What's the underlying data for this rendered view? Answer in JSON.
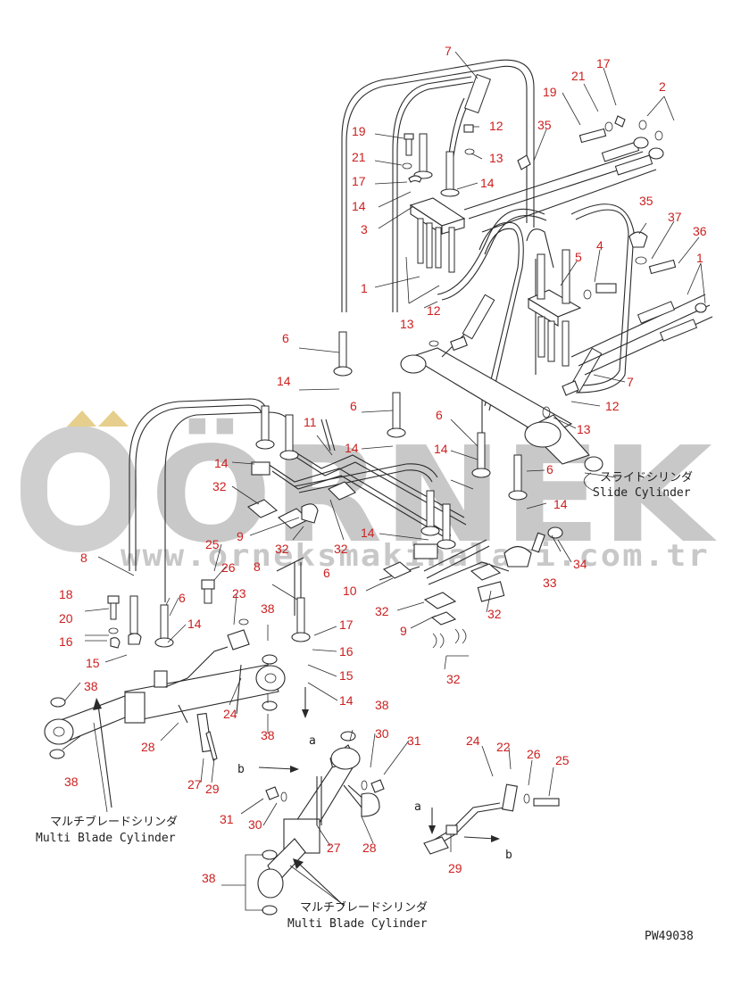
{
  "watermark": {
    "brand": "ÖRNEK",
    "url": "www.orneksmakinalari.com.tr"
  },
  "drawing_id": "PW49038",
  "labels": {
    "slide_jp": "スライドシリンダ",
    "slide_en": "Slide Cylinder",
    "multi_left_jp": "マルチブレードシリンダ",
    "multi_left_en": "Multi Blade Cylinder",
    "multi_bottom_jp": "マルチブレードシリンダ",
    "multi_bottom_en": "Multi Blade Cylinder",
    "view_a_top": "a",
    "view_b_left": "b",
    "view_a_right": "a",
    "view_b_right": "b"
  },
  "callouts": [
    {
      "id": "c7-top",
      "text": "7"
    },
    {
      "id": "c17-top",
      "text": "17"
    },
    {
      "id": "c21-top",
      "text": "21"
    },
    {
      "id": "c2",
      "text": "2"
    },
    {
      "id": "c19-tr",
      "text": "19"
    },
    {
      "id": "c12-t",
      "text": "12"
    },
    {
      "id": "c35-t",
      "text": "35"
    },
    {
      "id": "c19-l",
      "text": "19"
    },
    {
      "id": "c13-t",
      "text": "13"
    },
    {
      "id": "c21-l",
      "text": "21"
    },
    {
      "id": "c14-t",
      "text": "14"
    },
    {
      "id": "c17-l",
      "text": "17"
    },
    {
      "id": "c14-l",
      "text": "14"
    },
    {
      "id": "c35-r",
      "text": "35"
    },
    {
      "id": "c37",
      "text": "37"
    },
    {
      "id": "c3",
      "text": "3"
    },
    {
      "id": "c36",
      "text": "36"
    },
    {
      "id": "c4",
      "text": "4"
    },
    {
      "id": "c5",
      "text": "5"
    },
    {
      "id": "c1-r",
      "text": "1"
    },
    {
      "id": "c1-l",
      "text": "1"
    },
    {
      "id": "c13-m",
      "text": "13"
    },
    {
      "id": "c12-m",
      "text": "12"
    },
    {
      "id": "c6-a",
      "text": "6"
    },
    {
      "id": "c7-r",
      "text": "7"
    },
    {
      "id": "c14-a",
      "text": "14"
    },
    {
      "id": "c12-r",
      "text": "12"
    },
    {
      "id": "c6-b",
      "text": "6"
    },
    {
      "id": "c6-c",
      "text": "6"
    },
    {
      "id": "c13-r",
      "text": "13"
    },
    {
      "id": "c11",
      "text": "11"
    },
    {
      "id": "c14-b",
      "text": "14"
    },
    {
      "id": "c14-c",
      "text": "14"
    },
    {
      "id": "c14-d",
      "text": "14"
    },
    {
      "id": "c6-d",
      "text": "6"
    },
    {
      "id": "c32-a",
      "text": "32"
    },
    {
      "id": "c14-e",
      "text": "14"
    },
    {
      "id": "c9-a",
      "text": "9"
    },
    {
      "id": "c32-b",
      "text": "32"
    },
    {
      "id": "c32-c",
      "text": "32"
    },
    {
      "id": "c14-f",
      "text": "14"
    },
    {
      "id": "c25-l",
      "text": "25"
    },
    {
      "id": "c8-a",
      "text": "8"
    },
    {
      "id": "c26-l",
      "text": "26"
    },
    {
      "id": "c6-e",
      "text": "6"
    },
    {
      "id": "c33",
      "text": "33"
    },
    {
      "id": "c34",
      "text": "34"
    },
    {
      "id": "c8-b",
      "text": "8"
    },
    {
      "id": "c23",
      "text": "23"
    },
    {
      "id": "c10",
      "text": "10"
    },
    {
      "id": "c18",
      "text": "18"
    },
    {
      "id": "c6-f",
      "text": "6"
    },
    {
      "id": "c38-a",
      "text": "38"
    },
    {
      "id": "c32-d",
      "text": "32"
    },
    {
      "id": "c32-e",
      "text": "32"
    },
    {
      "id": "c20",
      "text": "20"
    },
    {
      "id": "c14-g",
      "text": "14"
    },
    {
      "id": "c17-m",
      "text": "17"
    },
    {
      "id": "c16-l",
      "text": "16"
    },
    {
      "id": "c9-b",
      "text": "9"
    },
    {
      "id": "c16-m",
      "text": "16"
    },
    {
      "id": "c15-l",
      "text": "15"
    },
    {
      "id": "c15-m",
      "text": "15"
    },
    {
      "id": "c32-f",
      "text": "32"
    },
    {
      "id": "c38-b",
      "text": "38"
    },
    {
      "id": "c24-l",
      "text": "24"
    },
    {
      "id": "c14-h",
      "text": "14"
    },
    {
      "id": "c38-c",
      "text": "38"
    },
    {
      "id": "c38-d",
      "text": "38"
    },
    {
      "id": "c28-l",
      "text": "28"
    },
    {
      "id": "c30-t",
      "text": "30"
    },
    {
      "id": "c31-t",
      "text": "31"
    },
    {
      "id": "c24-r",
      "text": "24"
    },
    {
      "id": "c22",
      "text": "22"
    },
    {
      "id": "c26-r",
      "text": "26"
    },
    {
      "id": "c38-e",
      "text": "38"
    },
    {
      "id": "c25-r",
      "text": "25"
    },
    {
      "id": "c27-l",
      "text": "27"
    },
    {
      "id": "c29-l",
      "text": "29"
    },
    {
      "id": "c31-b",
      "text": "31"
    },
    {
      "id": "c30-b",
      "text": "30"
    },
    {
      "id": "c28-b",
      "text": "28"
    },
    {
      "id": "c27-b",
      "text": "27"
    },
    {
      "id": "c29-r",
      "text": "29"
    },
    {
      "id": "c38-f",
      "text": "38"
    }
  ]
}
